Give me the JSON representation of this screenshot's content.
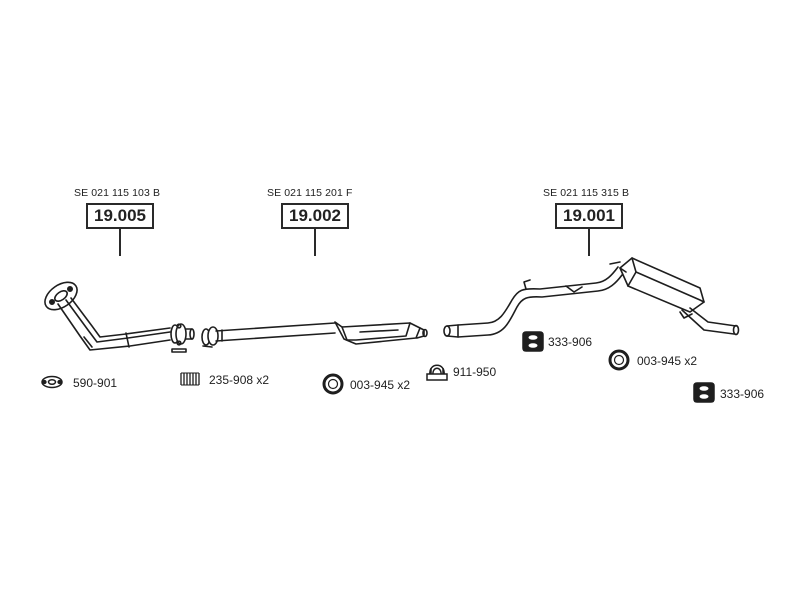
{
  "assemblies": [
    {
      "oe_ref": "SE 021 115 103 B",
      "part_no": "19.005"
    },
    {
      "oe_ref": "SE 021 115 201 F",
      "part_no": "19.002"
    },
    {
      "oe_ref": "SE 021 115 315 B",
      "part_no": "19.001"
    }
  ],
  "accessories": [
    {
      "label": "590-901",
      "icon": "gasket-icon"
    },
    {
      "label": "235-908 x2",
      "icon": "spring-icon"
    },
    {
      "label": "003-945 x2",
      "icon": "seal-ring-icon"
    },
    {
      "label": "911-950",
      "icon": "clamp-icon"
    },
    {
      "label": "333-906",
      "icon": "rubber-mount-icon"
    },
    {
      "label": "003-945 x2",
      "icon": "seal-ring-icon"
    },
    {
      "label": "333-906",
      "icon": "rubber-mount-icon"
    }
  ]
}
